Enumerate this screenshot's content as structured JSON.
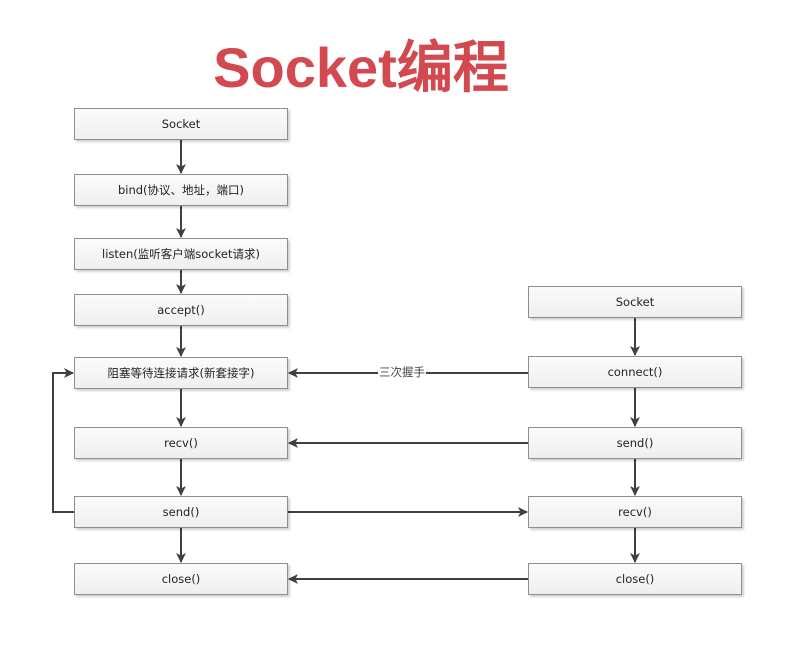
{
  "title": "Socket编程",
  "colors": {
    "title": "#d24a4f",
    "edge": "#404040",
    "box_border": "#8e8e8e"
  },
  "server": {
    "steps": [
      {
        "id": "s_socket",
        "label": "Socket"
      },
      {
        "id": "s_bind",
        "label": "bind(协议、地址，端口)"
      },
      {
        "id": "s_listen",
        "label": "listen(监听客户端socket请求)"
      },
      {
        "id": "s_accept",
        "label": "accept()"
      },
      {
        "id": "s_block",
        "label": "阻塞等待连接请求(新套接字)"
      },
      {
        "id": "s_recv",
        "label": "recv()"
      },
      {
        "id": "s_send",
        "label": "send()"
      },
      {
        "id": "s_close",
        "label": "close()"
      }
    ]
  },
  "client": {
    "steps": [
      {
        "id": "c_socket",
        "label": "Socket"
      },
      {
        "id": "c_connect",
        "label": "connect()"
      },
      {
        "id": "c_send",
        "label": "send()"
      },
      {
        "id": "c_recv",
        "label": "recv()"
      },
      {
        "id": "c_close",
        "label": "close()"
      }
    ]
  },
  "edges": [
    {
      "from": "s_socket",
      "to": "s_bind"
    },
    {
      "from": "s_bind",
      "to": "s_listen"
    },
    {
      "from": "s_listen",
      "to": "s_accept"
    },
    {
      "from": "s_accept",
      "to": "s_block"
    },
    {
      "from": "s_block",
      "to": "s_recv"
    },
    {
      "from": "s_recv",
      "to": "s_send"
    },
    {
      "from": "s_send",
      "to": "s_close"
    },
    {
      "from": "s_send",
      "to": "s_block",
      "type": "loop"
    },
    {
      "from": "c_socket",
      "to": "c_connect"
    },
    {
      "from": "c_connect",
      "to": "c_send"
    },
    {
      "from": "c_send",
      "to": "c_recv"
    },
    {
      "from": "c_recv",
      "to": "c_close"
    },
    {
      "from": "c_connect",
      "to": "s_block",
      "label": "三次握手"
    },
    {
      "from": "c_send",
      "to": "s_recv"
    },
    {
      "from": "s_send",
      "to": "c_recv"
    },
    {
      "from": "c_close",
      "to": "s_close"
    }
  ]
}
